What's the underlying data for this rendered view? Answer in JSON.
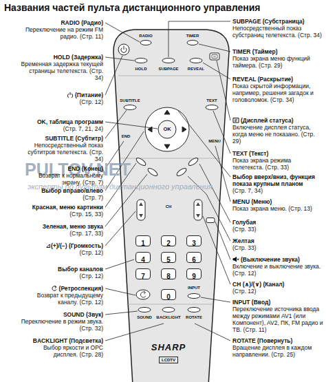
{
  "diagram": {
    "title": "Названия частей пульта дистанционного управления",
    "nodes": [
      {
        "text": [
          "SHARP",
          "LCDTV"
        ]
      },
      {
        "text": [
          "1"
        ],
        "in": 0
      },
      {
        "text": [
          "2"
        ],
        "in": 0
      },
      {
        "text": [
          "3"
        ],
        "in": 0
      },
      {
        "text": [
          "4"
        ],
        "in": 0
      },
      {
        "text": [
          "5"
        ],
        "in": 0
      },
      {
        "text": [
          "6"
        ],
        "in": 0
      },
      {
        "text": [
          "7"
        ],
        "in": 0
      },
      {
        "text": [
          "8"
        ],
        "in": 0
      },
      {
        "text": [
          "9"
        ],
        "in": 0
      },
      {
        "text": [
          "0"
        ],
        "in": 0
      }
    ],
    "labels": [
      "RADIO (Радио)",
      "Переключение на режим FM радио. (Стр. 11)",
      "HOLD (Задержка)",
      "Временная задержка текущей страницы телетекста. (Стр. 34)",
      "(Питание)",
      "(Стр. 12)",
      "OK, таблица программ",
      "(Стр. 7, 21, 24)",
      "SUBTITLE (Субтитр)",
      "Непосредственный показ субтитров телетекста. (Стр. 34)",
      "END (Конец)",
      "Возврат к нормальному экрану. (Стр. 7)",
      "Выбор вправо/влево",
      "(Стр. 7)",
      "Красная, меню картинки",
      "(Стр. 15, 33)",
      "Зеленая, меню звука",
      "(Стр. 17, 33)",
      "⊿(+)/(−) (Громкость)",
      "(Стр. 12)",
      "Выбор каналов",
      "(Стр. 12)",
      "(Ретроспекция)",
      "Возврат к предыдущему каналу. (Стр. 12)",
      "SOUND (Звук)",
      "Переключение в режим звука. (Стр. 32)",
      "BACKLIGHT (Подсветка)",
      "Выбор яркости и OPC дисплея. (Стр. 28)",
      "SUBPAGE (Субстраница)",
      "Непосредственный показ субстраниц телетекста. (Стр. 34)",
      "TIMER (Таймер)",
      "Показ экрана меню функций таймера. (Стр. 29)",
      "REVEAL (Раскрытие)",
      "Показ скрытой информации, например, решения загадок и головоломок. (Стр. 34)",
      "(Дисплей статуса)",
      "Включение дисплея статуса, когда меню не показано. (Стр. 29)",
      "TEXT (Текст)",
      "Показ экрана режима телетекста. (Стр. 33)",
      "Выбор вверх/вниз, функция показа крупным планом",
      "(Стр. 7, 34)",
      "MENU (Меню)",
      "Показ экрана меню. (Стр. 13)",
      "Голубая",
      "(Стр. 33)",
      "Желтая",
      "(Стр. 33)",
      "(Выключение звука)",
      "Включение и выключение звука. (Стр. 12)",
      "CH (∧)/(∨) (Канал)",
      "(Стр. 12)",
      "INPUT (Ввод)",
      "Переключение источника ввода между режимами AV1 (или Компонент), AV2, ПК, FM радио и ТВ. (Стр. 11)",
      "ROTATE (Повернуть)",
      "Вращение дисплея в каждом направлении. (Стр. 25)",
      "RADIO",
      "TIMER",
      "HOLD",
      "SUBPAGE",
      "REVEAL",
      "SUBTITLE",
      "TEXT",
      "OK",
      "END",
      "MENU",
      "CH",
      "INPUT",
      "SOUND",
      "BACKLIGHT",
      "ROTATE",
      "PULTOV.NET",
      "эксперты по пультам дистанционного управления"
    ]
  }
}
